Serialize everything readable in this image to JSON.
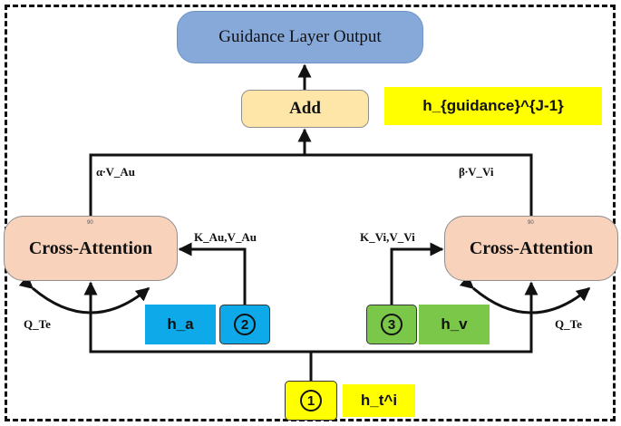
{
  "output": {
    "label": "Guidance Layer Output"
  },
  "add": {
    "label": "Add"
  },
  "guidance": {
    "label": "h_{guidance}^{J-1}"
  },
  "left_branch": {
    "title": "Cross-Attention",
    "tiny": "90",
    "weight_label": "α∙V_Au",
    "kv_label": "K_Au,V_Au",
    "q_label": "Q_Te",
    "h_label": "h_a",
    "number": "2",
    "color": "#0ea9e8"
  },
  "right_branch": {
    "title": "Cross-Attention",
    "tiny": "90",
    "weight_label": "β∙V_Vi",
    "kv_label": "K_Vi,V_Vi",
    "q_label": "Q_Te",
    "h_label": "h_v",
    "number": "3",
    "color": "#7ac74a"
  },
  "input": {
    "h_label": "h_t^i",
    "number": "1",
    "color": "#ffff00"
  }
}
